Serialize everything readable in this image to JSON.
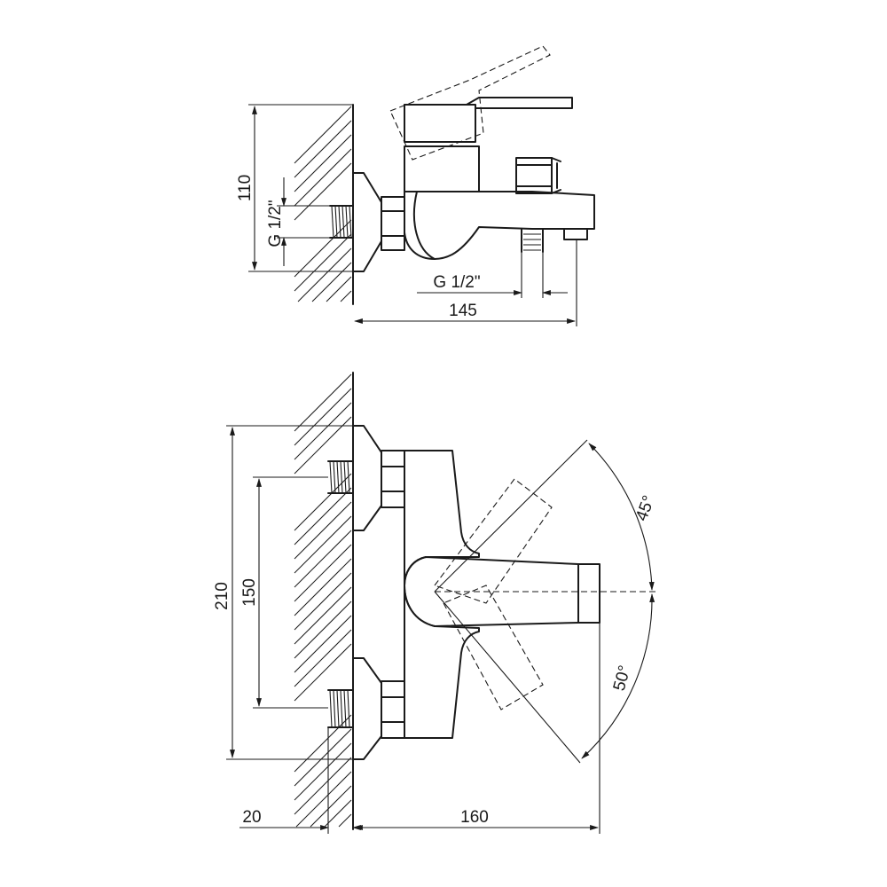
{
  "top_view": {
    "dim_height": "110",
    "dim_inlet_thread": "G 1/2\"",
    "dim_outlet_thread": "G 1/2\"",
    "dim_depth": "145"
  },
  "front_view": {
    "dim_total_height": "210",
    "dim_inlet_spacing": "150",
    "dim_wall_offset": "20",
    "dim_projection": "160",
    "angle_up": "45°",
    "angle_down": "50°"
  }
}
